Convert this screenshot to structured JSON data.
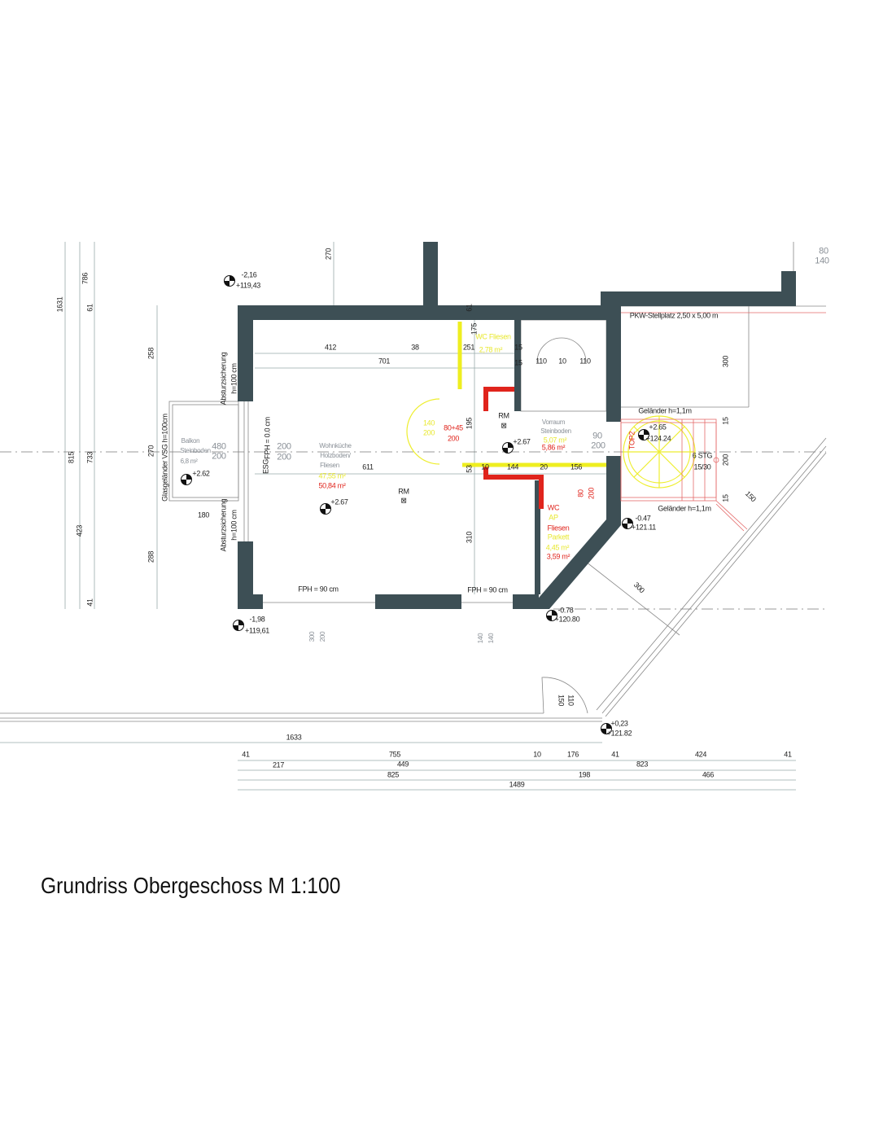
{
  "title": "Grundriss Obergeschoss  M 1:100",
  "rooms": {
    "wohnkueche": {
      "name": "Wohnküche",
      "floor1": "Holzboden/",
      "floor2": "Fliesen",
      "area_net": "47,55 m²",
      "area_gross": "50,84 m²",
      "rm": "RM",
      "rm_symbol": "⊠",
      "level": "+2.67",
      "dim_611": "611",
      "door_w": "200",
      "door_h": "200"
    },
    "wc_small": {
      "name": "WC Fliesen",
      "area": "2,78 m²"
    },
    "vorraum": {
      "name": "Vorraum",
      "floor": "Steinboden",
      "area_net": "5,07 m²",
      "area_gross": "5,86 m²",
      "rm": "RM",
      "rm_symbol": "⊠",
      "level": "+2.67"
    },
    "wc": {
      "name": "WC",
      "ap": "AP",
      "floor_red": "Fliesen",
      "floor_yellow": "Parkett",
      "area_net": "4,45 m²",
      "area_gross": "3,59 m²"
    },
    "balkon": {
      "name": "Balkon",
      "floor": "Steinboden",
      "area": "6,8 m²",
      "w": "480",
      "h": "200",
      "level": "+2.62",
      "railing": "Glasgeländer VSG h=100cm",
      "dim_180": "180"
    },
    "carport": "PKW-Stellplatz 2,50 x 5,00 m",
    "top": "TOP2"
  },
  "notes": {
    "absturz1a": "Absturzsicherung",
    "absturz1b": "h=100 cm",
    "absturz2a": "Absturzsicherung",
    "absturz2b": "h=100 cm",
    "esg": "ESG",
    "fph0": "FPH = 0.0 cm",
    "fph90a": "FPH = 90 cm",
    "fph90b": "FPH = 90 cm",
    "gelaender1": "Geländer h=1,1m",
    "gelaender2": "Geländer h=1,1m",
    "stg": "6 STG",
    "stg_ratio": "15/30"
  },
  "levels": {
    "nw_a": "-2,16",
    "nw_b": "+119,43",
    "sw_a": "-1,98",
    "sw_b": "+119,61",
    "se_a": "-0.78",
    "se_b": "+120.80",
    "e_a": "-0.47",
    "e_b": "+121.11",
    "stair_a": "+2.65",
    "stair_b": "+124.24",
    "corner_a": "+0,23",
    "corner_b": "+121.82"
  },
  "dims": {
    "top": [
      "270",
      "412",
      "38",
      "701",
      "251",
      "175",
      "61",
      "15",
      "15",
      "110",
      "10",
      "110"
    ],
    "mid": [
      "140",
      "200",
      "80+45",
      "200",
      "195",
      "90",
      "200",
      "53",
      "10",
      "144",
      "20",
      "156",
      "80",
      "200",
      "310"
    ],
    "right": [
      "300",
      "15",
      "200",
      "15",
      "150",
      "300",
      "80",
      "140"
    ],
    "left": [
      "1631",
      "786",
      "61",
      "815",
      "733",
      "423",
      "41",
      "258",
      "270",
      "288"
    ],
    "bottom_windows": [
      "300",
      "200",
      "140",
      "140"
    ],
    "door": [
      "110",
      "150"
    ],
    "terrace": "1633",
    "row1": [
      "41",
      "755",
      "10",
      "176",
      "41",
      "424",
      "41"
    ],
    "row2": [
      "217",
      "449",
      "823"
    ],
    "row3": [
      "825",
      "198",
      "466"
    ],
    "row4": [
      "1489"
    ]
  },
  "colors": {
    "wall": "#3d4f55",
    "new_wall": "#e0241c",
    "demolish": "#eeee20"
  }
}
